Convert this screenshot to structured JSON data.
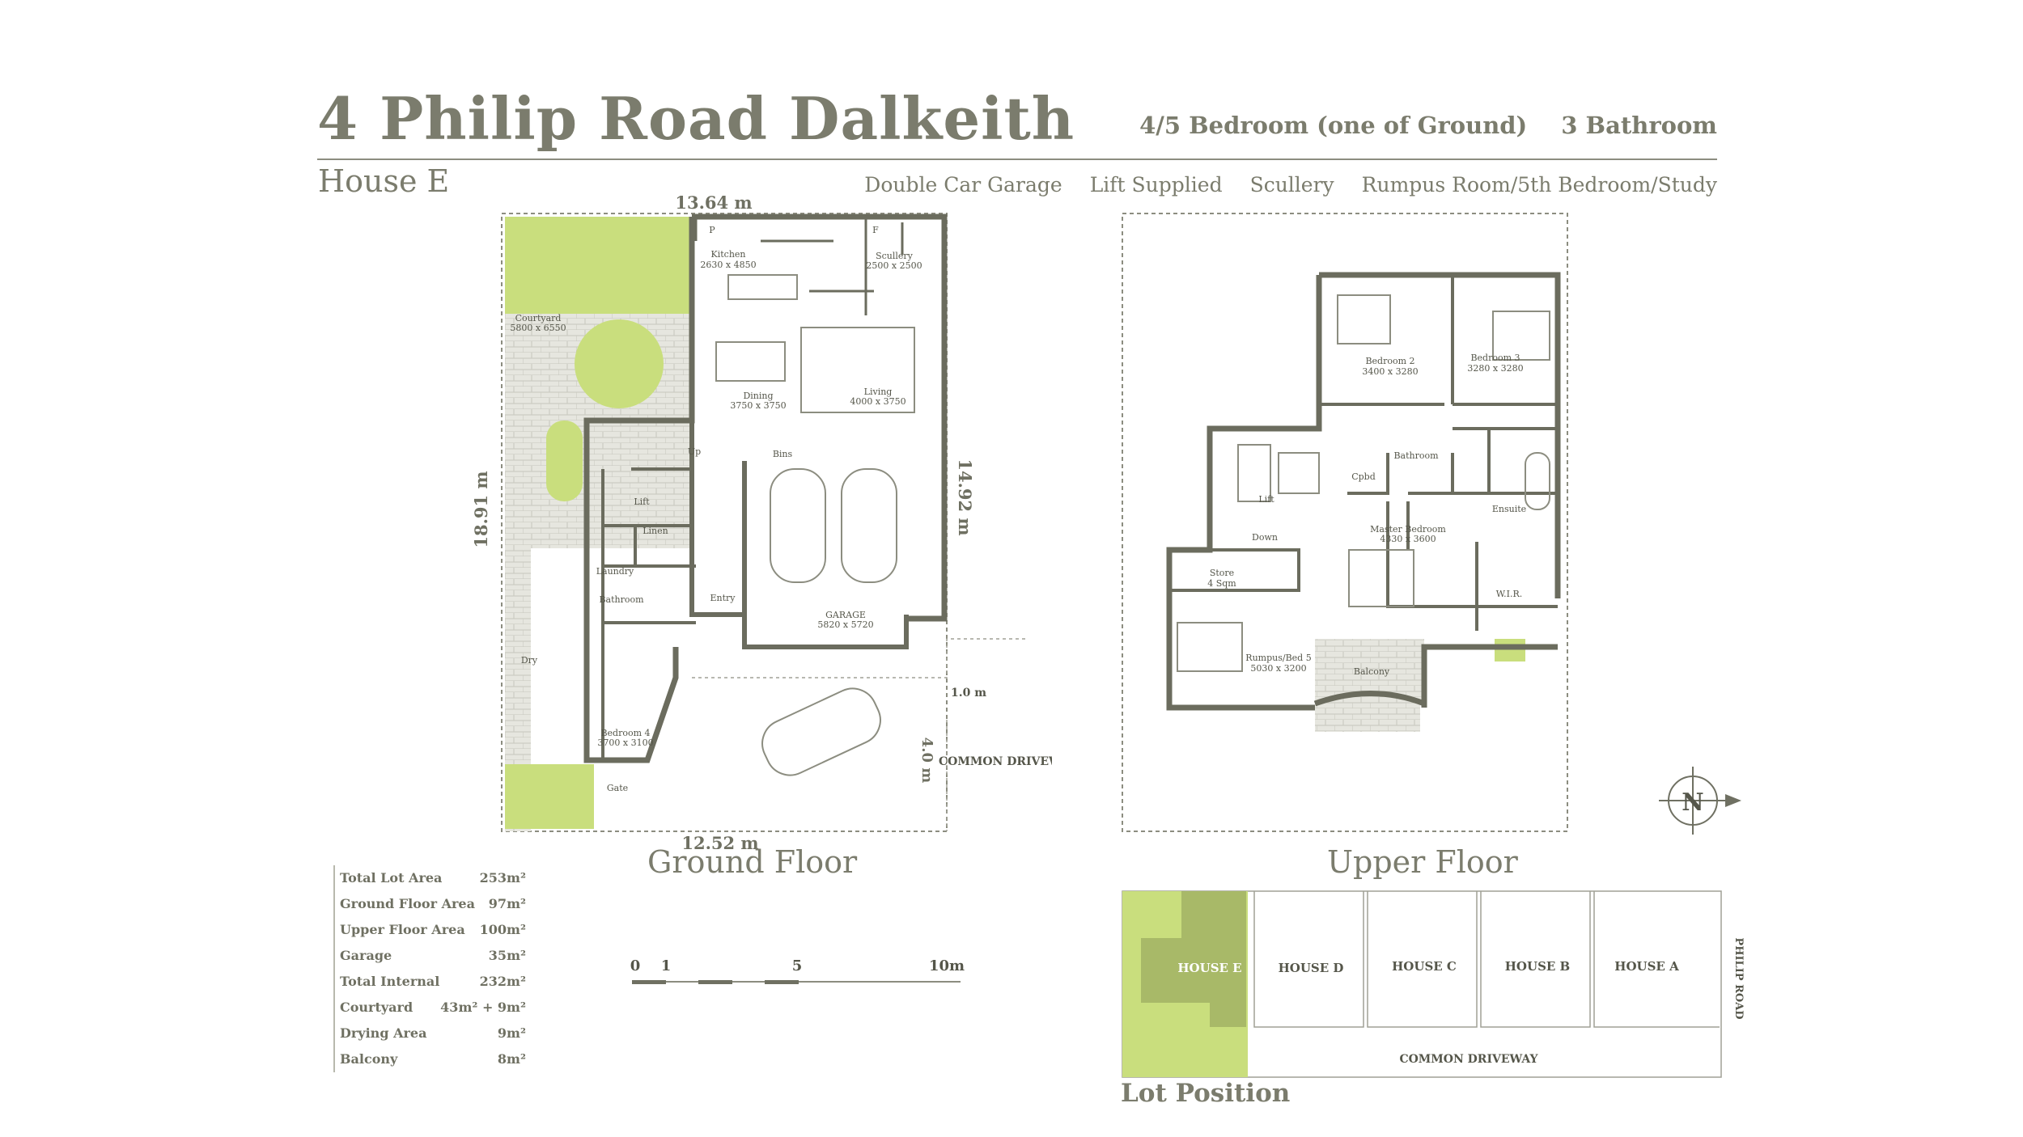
{
  "header": {
    "title": "4 Philip Road Dalkeith",
    "subtitle": "House E",
    "bedrooms": "4/5 Bedroom (one of Ground)",
    "bathrooms": "3 Bathroom",
    "features": [
      "Double Car Garage",
      "Lift Supplied",
      "Scullery",
      "Rumpus Room/5th Bedroom/Study"
    ]
  },
  "ground_floor": {
    "title": "Ground Floor",
    "dims": {
      "top": "13.64 m",
      "bottom": "12.52 m",
      "left": "18.91 m",
      "right": "14.92 m",
      "setback": "1.0 m",
      "driveway_width": "4.0 m"
    },
    "rooms": {
      "kitchen": {
        "name": "Kitchen",
        "size": "2630 x 4850"
      },
      "scullery": {
        "name": "Scullery",
        "size": "2500 x 2500"
      },
      "courtyard": {
        "name": "Courtyard",
        "size": "5800 x 6550"
      },
      "dining": {
        "name": "Dining",
        "size": "3750 x 3750"
      },
      "living": {
        "name": "Living",
        "size": "4000 x 3750"
      },
      "garage": {
        "name": "GARAGE",
        "size": "5820  x 5720"
      },
      "bedroom4": {
        "name": "Bedroom 4",
        "size": "3700 x 3100"
      },
      "laundry": "Laundry",
      "linen": "Linen",
      "bathroom": "Bathroom",
      "entry": "Entry",
      "lift": "Lift",
      "up": "Up",
      "bins": "Bins",
      "dry": "Dry",
      "gate": "Gate",
      "pantry": "P",
      "fridge": "F"
    },
    "common_driveway": "COMMON DRIVEWAY"
  },
  "upper_floor": {
    "title": "Upper Floor",
    "rooms": {
      "bedroom2": {
        "name": "Bedroom 2",
        "size": "3400 x 3280"
      },
      "bedroom3": {
        "name": "Bedroom 3",
        "size": "3280 x 3280"
      },
      "bathroom": "Bathroom",
      "cpbd": "Cpbd",
      "lift": "Lift",
      "down": "Down",
      "ensuite": "Ensuite",
      "master": {
        "name": "Master Bedroom",
        "size": "4330 x 3600"
      },
      "store": {
        "name": "Store",
        "size": "4 Sqm"
      },
      "wir": "W.I.R.",
      "rumpus": {
        "name": "Rumpus/Bed 5",
        "size": "5030 x 3200"
      },
      "balcony": "Balcony"
    },
    "north_symbol": "N"
  },
  "areas": [
    {
      "label": "Total Lot Area",
      "value": "253m²"
    },
    {
      "label": "Ground Floor Area",
      "value": "97m²"
    },
    {
      "label": "Upper Floor Area",
      "value": "100m²"
    },
    {
      "label": "Garage",
      "value": "35m²"
    },
    {
      "label": "Total Internal",
      "value": "232m²"
    },
    {
      "label": "Courtyard",
      "value": "43m² + 9m²"
    },
    {
      "label": "Drying Area",
      "value": "9m²"
    },
    {
      "label": "Balcony",
      "value": "8m²"
    }
  ],
  "scale_bar": {
    "labels": [
      "0",
      "1",
      "5",
      "10m"
    ]
  },
  "lot_position": {
    "title": "Lot Position",
    "houses": [
      "HOUSE E",
      "HOUSE D",
      "HOUSE C",
      "HOUSE B",
      "HOUSE A"
    ],
    "road": "PHILIP ROAD",
    "driveway": "COMMON DRIVEWAY"
  },
  "colors": {
    "accent_green": "#c9de7d",
    "dark_green": "#a8b968",
    "wall": "#6b6c5e",
    "text": "#7b7c6d",
    "paving": "#d9d9d2"
  }
}
